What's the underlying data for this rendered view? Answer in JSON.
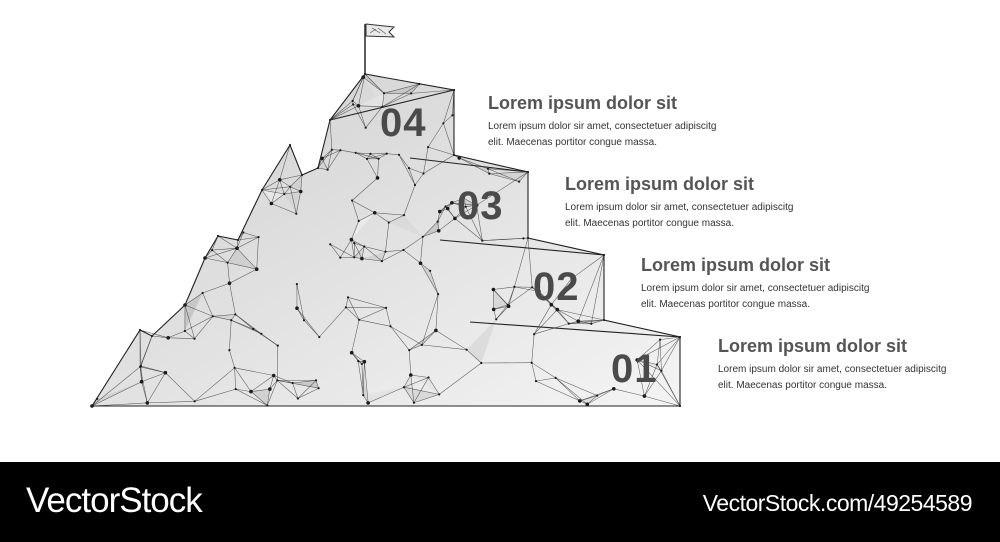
{
  "steps": [
    {
      "number": "04",
      "title": "Lorem ipsum dolor sit",
      "line1": "Lorem ipsum dolor sir amet, consectetuer adipiscitg",
      "line2": "elit.   Maecenas portitor congue massa."
    },
    {
      "number": "03",
      "title": "Lorem ipsum dolor sit",
      "line1": "Lorem ipsum dolor sir amet, consectetuer adipiscitg",
      "line2": "elit.   Maecenas portitor congue massa."
    },
    {
      "number": "02",
      "title": "Lorem ipsum dolor sit",
      "line1": "Lorem ipsum dolor sir amet, consectetuer adipiscitg",
      "line2": "elit.   Maecenas portitor congue massa."
    },
    {
      "number": "01",
      "title": "Lorem ipsum dolor sit",
      "line1": "Lorem ipsum dolor sir amet, consectetuer adipiscitg",
      "line2": "elit.   Maecenas portitor congue massa."
    }
  ],
  "footer": {
    "brand": "VectorStock",
    "image_id": "VectorStock.com/49254589"
  },
  "colors": {
    "footer_bg": "#000000",
    "mesh_line": "#2b2b2b",
    "number_text": "#4a4a4a",
    "heading_text": "#555555"
  },
  "icons": [
    "mountain-mesh-illustration",
    "flag-icon"
  ]
}
